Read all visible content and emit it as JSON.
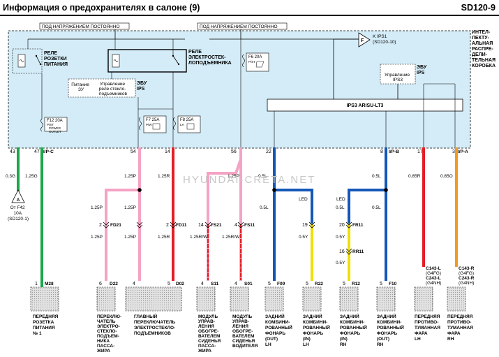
{
  "header": {
    "title": "Информация о предохранителях в салоне (9)",
    "code": "SD120-9"
  },
  "junction_box": {
    "label": [
      "ИНТЕЛ-",
      "ЛЕКТУ-",
      "АЛЬНАЯ",
      "РАСПРЕ-",
      "ДЕЛИ-",
      "ТЕЛЬНАЯ",
      "КОРОБКА"
    ],
    "const_left": "ПОД НАПРЯЖЕНИЕМ ПОСТОЯННО",
    "const_right": "ПОД НАПРЯЖЕНИЕМ ПОСТОЯННО",
    "relay1": [
      "РЕЛЕ",
      "РОЗЕТКИ",
      "ПИТАНИЯ"
    ],
    "relay2": [
      "РЕЛЕ",
      "ЭЛЕКТРОСТЕК-",
      "ЛОПОДЪЕМНИКА"
    ],
    "ecu_ips_left": [
      "ЭБУ",
      "IPS"
    ],
    "supply": [
      "Питание",
      "ЗУ"
    ],
    "control_windows": [
      "Управление",
      "реле стекло-",
      "подъемников"
    ],
    "ecu_ips_right": [
      "ЭБУ",
      "IPS"
    ],
    "control_ips3": [
      "Управление",
      "IPS3"
    ],
    "k_ips1": "K IPS1",
    "k_ips1_ref": "(SD120-10)",
    "f_marker": "F",
    "ips3_bar": "IPS3 ARISU-LT3"
  },
  "fuses": [
    {
      "name": "F12 20A",
      "sub": "P/ST",
      "desc": [
        "POWER",
        "OUTLET"
      ]
    },
    {
      "name": "F7 25A",
      "sub": "P/W",
      "desc": []
    },
    {
      "name": "F8 25A",
      "sub": "LH",
      "desc": []
    },
    {
      "name": "F6 20A",
      "sub": "P/ST",
      "desc": []
    }
  ],
  "pins": [
    "43",
    "47",
    "54",
    "14",
    "56",
    "22",
    "8",
    "17",
    "3"
  ],
  "pin_labels": {
    "p47": "I/P-C",
    "p8": "I/P-B",
    "p3": "I/P-A"
  },
  "wires": {
    "w1": "0.3G",
    "w2": "1.25G",
    "w3": "1.25P",
    "w4": "1.25R",
    "w5": "1.25P",
    "w6": "0.5L",
    "w7": "0.5L",
    "w8": "0.85R",
    "w9": "0.85O",
    "w10": "1.25P",
    "w11": "1.25P",
    "w12": "1.25P",
    "w13": "1.25P",
    "w14": "0.5L",
    "w15": "0.5L",
    "w16": "0.5L",
    "w17": "1.25R",
    "w18": "1.25R/W",
    "w19": "1.25R/W",
    "w20": "0.5Y",
    "w21": "0.5Y",
    "w22": "0.5Y"
  },
  "led_labels": [
    "LED",
    "LED"
  ],
  "inline_connectors": {
    "fd21": "FD21",
    "fd11": "FD11",
    "fs21": "FS21",
    "fs11": "FS11",
    "fr11": "FR11",
    "rr11": "RR11",
    "n_fd21": "2",
    "n_fd11": "2",
    "n_fs21": "14",
    "n_fs11": "4",
    "n_19": "19",
    "n_20": "20",
    "n_16": "16"
  },
  "ground_ref": {
    "letter": "A",
    "text": [
      "От F42",
      "10A",
      "(SD120-1)"
    ]
  },
  "connectors": {
    "m28": "M28",
    "n_m28": "1",
    "d22": "D22",
    "n_d22": "6",
    "n_d02a": "4",
    "n_d02b": "5",
    "d02": "D02",
    "s11": "S11",
    "n_s11": "4",
    "s01": "S01",
    "n_s01": "4",
    "f09": "F09",
    "n_f09": "5",
    "r22": "R22",
    "n_r22": "5",
    "r12": "R12",
    "n_r12": "5",
    "f10": "F10",
    "n_f10": "5",
    "c143l": "C143-L",
    "c143l_sub": "(G4FG)",
    "c243l": "C243-L",
    "c243l_sub": "(G4NH)",
    "c143r": "C143-R",
    "c143r_sub": "(G4FG)",
    "c243r": "C243-R",
    "c243r_sub": "(G4NH)"
  },
  "devices": {
    "d1": [
      "ПЕРЕДНЯЯ",
      "РОЗЕТКА",
      "ПИТАНИЯ",
      "№ 1"
    ],
    "d2": [
      "ПЕРЕКЛЮ-",
      "ЧАТЕЛЬ",
      "ЭЛЕКТРО-",
      "СТЕКЛО-",
      "ПОДЪЕМ-",
      "НИКА",
      "ПАССА-",
      "ЖИРА"
    ],
    "d3": [
      "ГЛАВНЫЙ",
      "ПЕРЕКЛЮЧАТЕЛЬ",
      "ЭЛЕКТРОСТЕКЛО-",
      "ПОДЪЕМНИКОВ"
    ],
    "d4": [
      "МОДУЛЬ",
      "УПРАВ-",
      "ЛЕНИЯ",
      "ОБОГРЕ-",
      "ВАТЕЛЕМ",
      "СИДЕНЬЯ",
      "ПАССА-",
      "ЖИРА"
    ],
    "d5": [
      "МОДУЛЬ",
      "УПРАВ-",
      "ЛЕНИЯ",
      "ОБОГРЕ-",
      "ВАТЕЛЕМ",
      "СИДЕНЬЯ",
      "ВОДИТЕЛЯ"
    ],
    "d6": [
      "ЗАДНИЙ",
      "КОМБИНИ-",
      "РОВАННЫЙ",
      "ФОНАРЬ",
      "(OUT)",
      "LH"
    ],
    "d7": [
      "ЗАДНИЙ",
      "КОМБИНИ-",
      "РОВАННЫЙ",
      "ФОНАРЬ",
      "(IN)",
      "LH"
    ],
    "d8": [
      "ЗАДНИЙ",
      "КОМБИНИ-",
      "РОВАННЫЙ",
      "ФОНАРЬ",
      "(IN)",
      "RH"
    ],
    "d9": [
      "ЗАДНИЙ",
      "КОМБИНИ-",
      "РОВАННЫЙ",
      "ФОНАРЬ",
      "(OUT)",
      "RH"
    ],
    "d10": [
      "ПЕРЕДНЯЯ",
      "ПРОТИВО-",
      "ТУМАННАЯ",
      "ФАРА",
      "LH"
    ],
    "d11": [
      "ПЕРЕДНЯЯ",
      "ПРОТИВО-",
      "ТУМАННАЯ",
      "ФАРА",
      "RH"
    ]
  },
  "watermark": "HYUNDAI-CRETA.NET",
  "colors": {
    "green": "#1aa84a",
    "pink": "#f4a3c4",
    "red": "#e31e24",
    "blue": "#1457b8",
    "yellow": "#f0e000",
    "orange": "#f39a1e",
    "box_fill": "#d4ecf7",
    "header_bar": "#000000"
  }
}
